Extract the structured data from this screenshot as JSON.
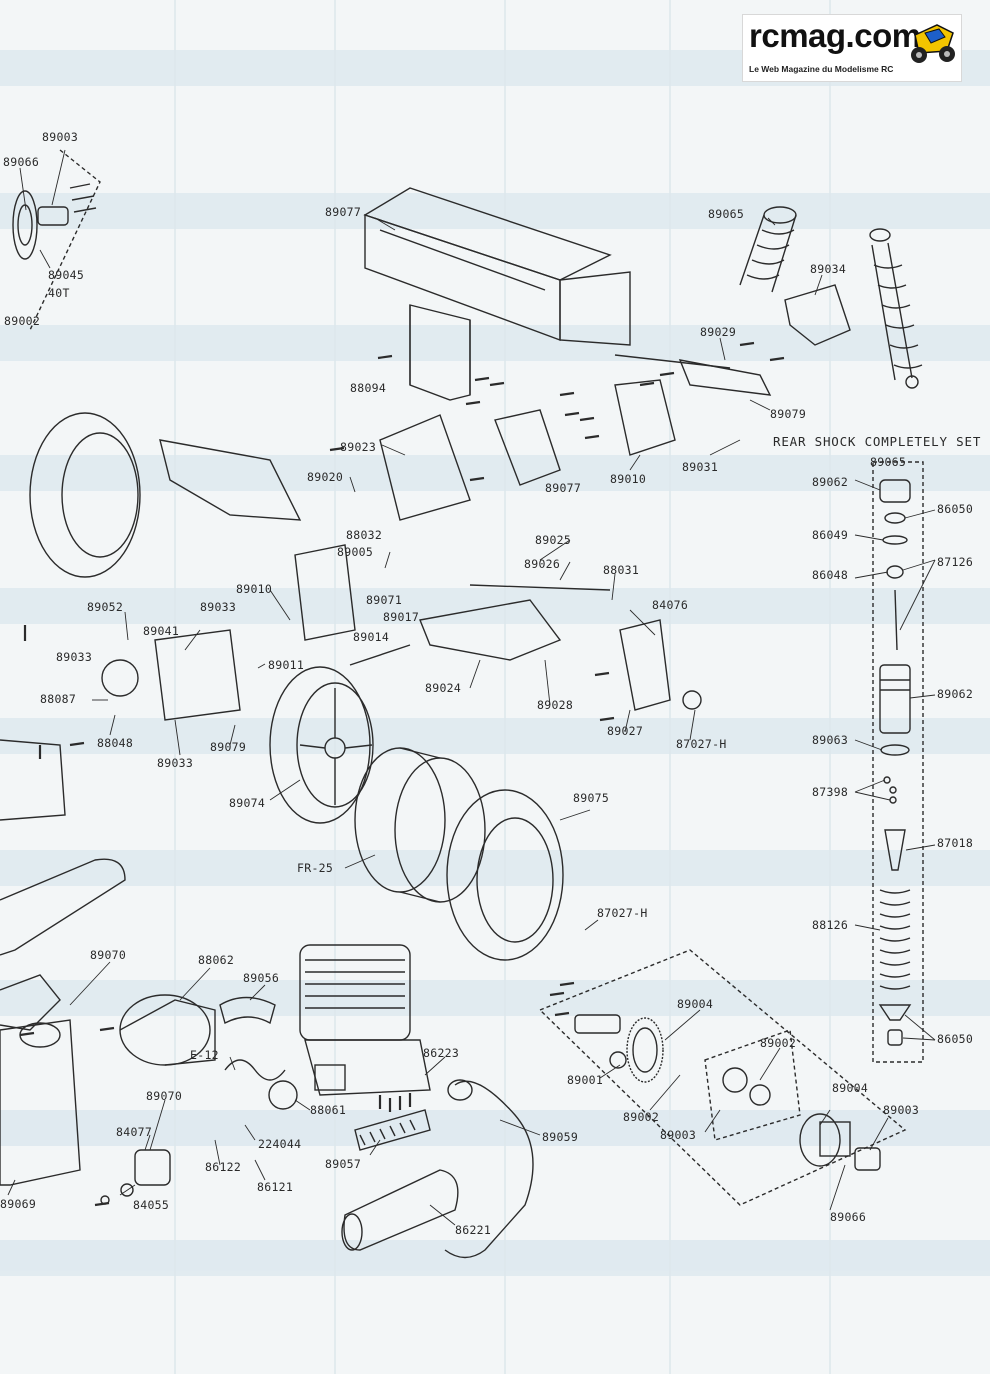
{
  "brand": {
    "logo_text": "rcmag.com",
    "tagline": "Le Web Magazine du Modelisme RC",
    "logo_icon": "rc-buggy-icon"
  },
  "colors": {
    "background": "#f3f6f7",
    "band": "#dde9ef",
    "line": "#2b2b2b",
    "logo_blue": "#1d5fc9",
    "logo_yellow": "#f2c400"
  },
  "diagram": {
    "labels": [
      "89003",
      "89066",
      "89045",
      "40T",
      "89002",
      "89077",
      "89065",
      "89034",
      "89029",
      "89079",
      "88094",
      "89023",
      "89020",
      "89077",
      "89010",
      "89031",
      "88032",
      "89025",
      "89026",
      "88031",
      "89005",
      "89071",
      "89017",
      "89014",
      "84076",
      "89052",
      "89033",
      "89041",
      "89033",
      "89010",
      "89011",
      "89024",
      "89028",
      "89027",
      "87027-H",
      "88087",
      "88048",
      "89033",
      "89079",
      "89074",
      "FR-25",
      "89075",
      "87027-H",
      "89070",
      "88062",
      "89056",
      "89004",
      "89002",
      "89001",
      "86223",
      "E-12",
      "88061",
      "89059",
      "89002",
      "89003",
      "89004",
      "89003",
      "89070",
      "84077",
      "224044",
      "89057",
      "89066",
      "86122",
      "86121",
      "84055",
      "86221",
      "89069"
    ],
    "shock_set": {
      "title": "REAR SHOCK COMPLETELY SET",
      "labels": [
        "89065",
        "89062",
        "86050",
        "86049",
        "87126",
        "86048",
        "89062",
        "89063",
        "87398",
        "87018",
        "88126",
        "86050"
      ]
    }
  }
}
